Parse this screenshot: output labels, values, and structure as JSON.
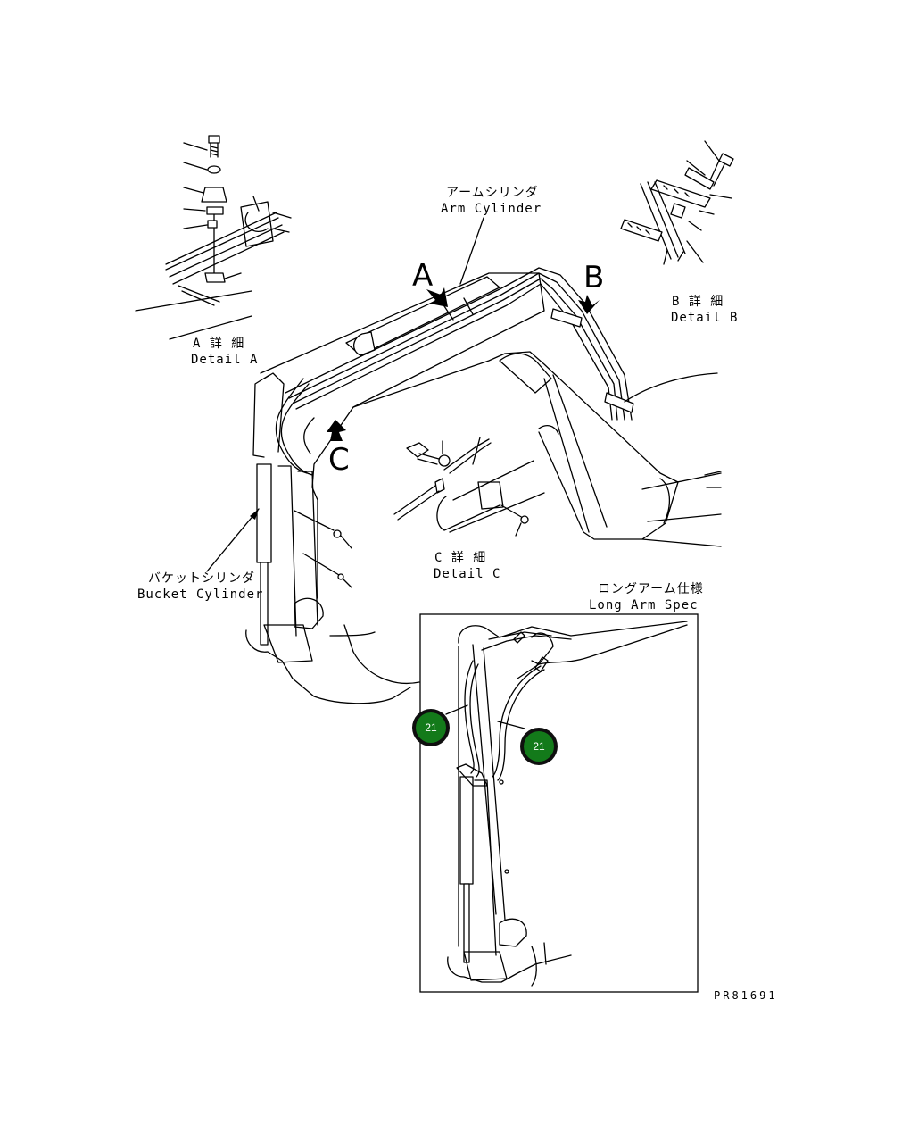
{
  "labels": {
    "detail_a_jp": "A 詳 細",
    "detail_a_en": "Detail A",
    "detail_b_jp": "B 詳 細",
    "detail_b_en": "Detail B",
    "detail_c_jp": "C 詳 細",
    "detail_c_en": "Detail C",
    "arm_cylinder_jp": "アームシリンダ",
    "arm_cylinder_en": "Arm Cylinder",
    "bucket_cylinder_jp": "バケットシリンダ",
    "bucket_cylinder_en": "Bucket Cylinder",
    "long_arm_jp": "ロングアーム仕様",
    "long_arm_en": "Long Arm Spec",
    "drawing_number": "PR81691"
  },
  "view_letters": {
    "a": "A",
    "b": "B",
    "c": "C"
  },
  "callouts": [
    {
      "part": "21"
    },
    {
      "part": "21"
    }
  ],
  "colors": {
    "callout_fill": "#137a1a",
    "callout_ring": "#0f0f0f",
    "line": "#000000"
  }
}
